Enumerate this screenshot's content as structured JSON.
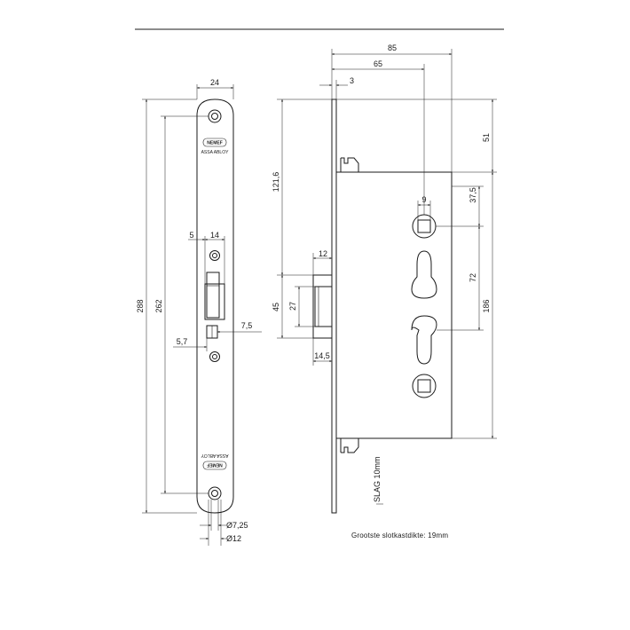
{
  "brand": {
    "name": "NEMEF",
    "sub": "ASSA ABLOY"
  },
  "front_view": {
    "dims": {
      "width": "24",
      "overall_height": "288",
      "hole_spacing": "262",
      "latch_offset": "5",
      "latch_width": "14",
      "bolt_offset": "7,5",
      "deadbolt_offset": "5,7",
      "hole_diameter_small": "Ø7,25",
      "hole_diameter_large": "Ø12"
    }
  },
  "side_view": {
    "dims": {
      "depth_total": "85",
      "backset": "65",
      "faceplate": "3",
      "top_to_case": "121,6",
      "case_top_offset": "51",
      "spindle_size": "9",
      "spindle_to_cyl": "37,5",
      "cyl_spacing": "72",
      "case_height": "186",
      "latch_projection": "12",
      "latch_height": "45",
      "latch_inner": "27",
      "bolt_projection": "14,5",
      "throw": "SLAG 10mm"
    }
  },
  "note": "Grootste slotkastdikte: 19mm"
}
